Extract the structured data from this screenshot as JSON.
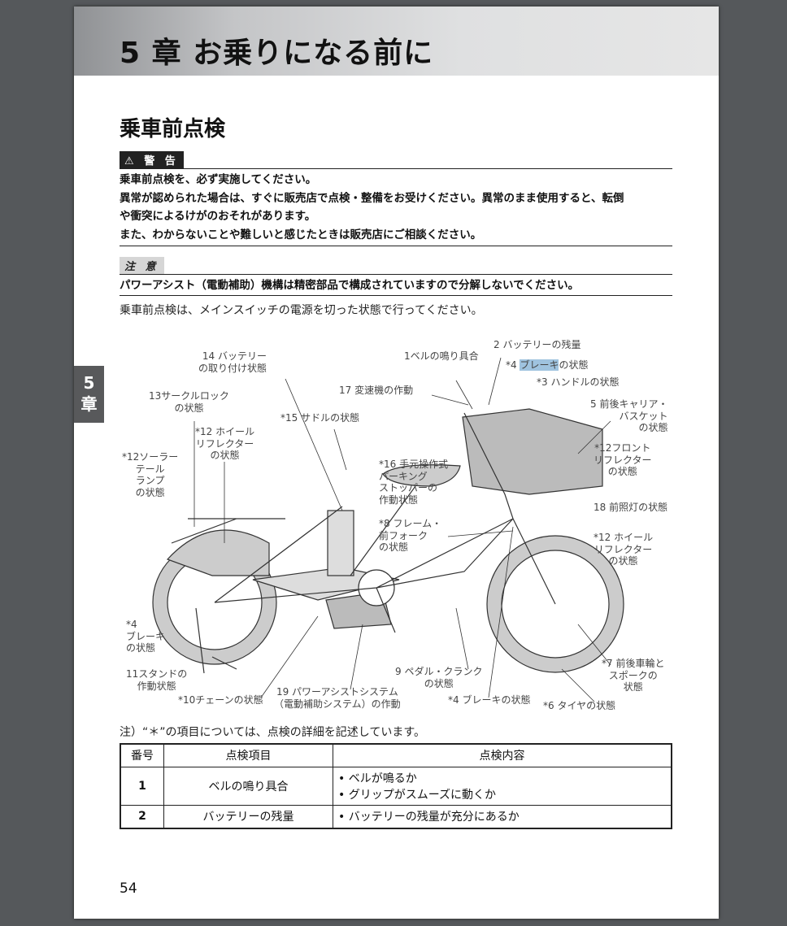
{
  "chapter": {
    "title": "5 章 お乗りになる前に",
    "tab_number": "5",
    "tab_label": "章"
  },
  "section_title": "乗車前点検",
  "warning": {
    "label": "警 告",
    "lines": [
      "乗車前点検を、必ず実施してください。",
      "異常が認められた場合は、すぐに販売店で点検・整備をお受けください。異常のまま使用すると、転倒",
      "や衝突によるけがのおそれがあります。",
      "また、わからないことや難しいと感じたときは販売店にご相談ください。"
    ]
  },
  "caution": {
    "label": "注 意",
    "text": "パワーアシスト（電動補助）機構は精密部品で構成されていますので分解しないでください。"
  },
  "intro": "乗車前点検は、メインスイッチの電源を切った状態で行ってください。",
  "diagram_labels": [
    "2 バッテリーの残量",
    "1ベルの鳴り具合",
    "*4 ",
    "ブレーキ",
    "の状態",
    "*3 ハンドルの状態",
    "14 バッテリー\nの取り付け状態",
    "17 変速機の作動",
    "13サークルロック\nの状態",
    "5 前後キャリア・\nバスケット\nの状態",
    "*15 サドルの状態",
    "*12 ホイール\nリフレクター\nの状態",
    "*12フロント\nリフレクター\nの状態",
    "*12ソーラー\nテール\nランプ\nの状態",
    "*16 手元操作式\nパーキング\nストッパーの\n作動状態",
    "18 前照灯の状態",
    "*8 フレーム・\n前フォーク\nの状態",
    "*12 ホイール\nリフレクター\nの状態",
    "*4\nブレーキ\nの状態",
    "*7 前後車輪と\nスポークの\n状態",
    "9 ペダル・クランク\nの状態",
    "11スタンドの\n作動状態",
    "19 パワーアシストシステム\n（電動補助システム）の作動",
    "*10チェーンの状態",
    "*4 ブレーキの状態",
    "*6 タイヤの状態"
  ],
  "note": "注）“＊”の項目については、点検の詳細を記述しています。",
  "table": {
    "headers": [
      "番号",
      "点検項目",
      "点検内容"
    ],
    "rows": [
      {
        "no": "1",
        "item": "ベルの鳴り具合",
        "content": [
          "• ベルが鳴るか",
          "• グリップがスムーズに動くか"
        ]
      },
      {
        "no": "2",
        "item": "バッテリーの残量",
        "content": [
          "• バッテリーの残量が充分にあるか"
        ]
      }
    ]
  },
  "page_number": "54"
}
